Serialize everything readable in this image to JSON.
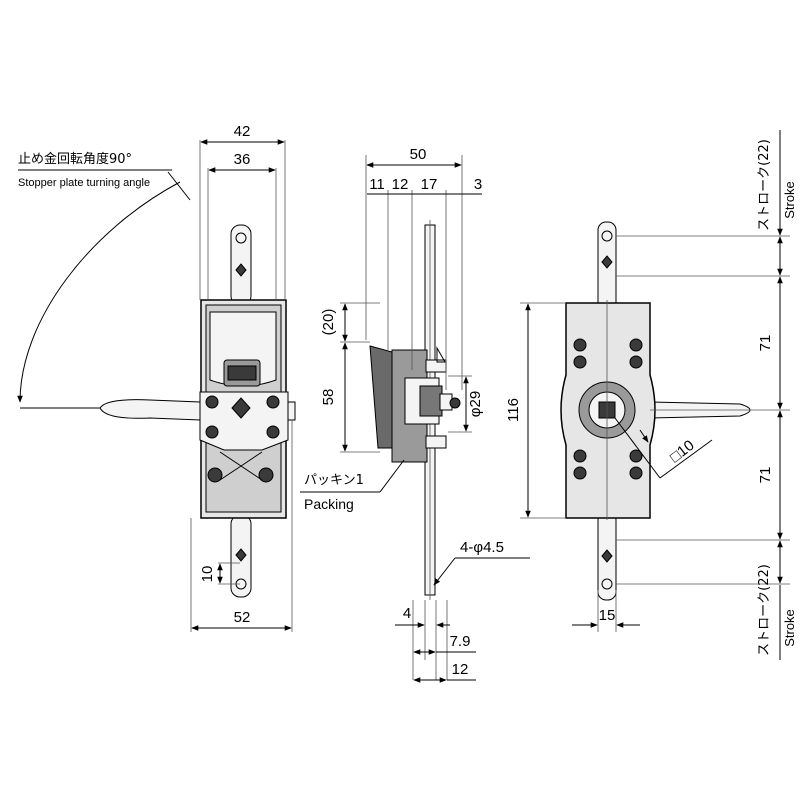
{
  "front_view": {
    "dims": {
      "width_42": "42",
      "width_36": "36",
      "width_52": "52",
      "height_10": "10"
    },
    "notes": {
      "angle_jp": "止め金回転角度90°",
      "angle_en": "Stopper plate turning angle"
    }
  },
  "side_view": {
    "dims": {
      "length_50": "50",
      "d11": "11",
      "d12": "12",
      "d17": "17",
      "d3": "3",
      "h20": "(20)",
      "h58": "58",
      "dia29": "φ29",
      "d4": "4",
      "d79": "7.9",
      "d12b": "12",
      "holes": "4-φ4.5"
    },
    "notes": {
      "packing_jp": "パッキン1",
      "packing_en": "Packing"
    }
  },
  "rear_view": {
    "dims": {
      "h116": "116",
      "h71_top": "71",
      "h71_bottom": "71",
      "sq10": "□10",
      "w15": "15"
    },
    "notes": {
      "stroke_top_jp": "ストローク(22)",
      "stroke_top_en": "Stroke",
      "stroke_bottom_jp": "ストローク(22)",
      "stroke_bottom_en": "Stroke"
    }
  }
}
